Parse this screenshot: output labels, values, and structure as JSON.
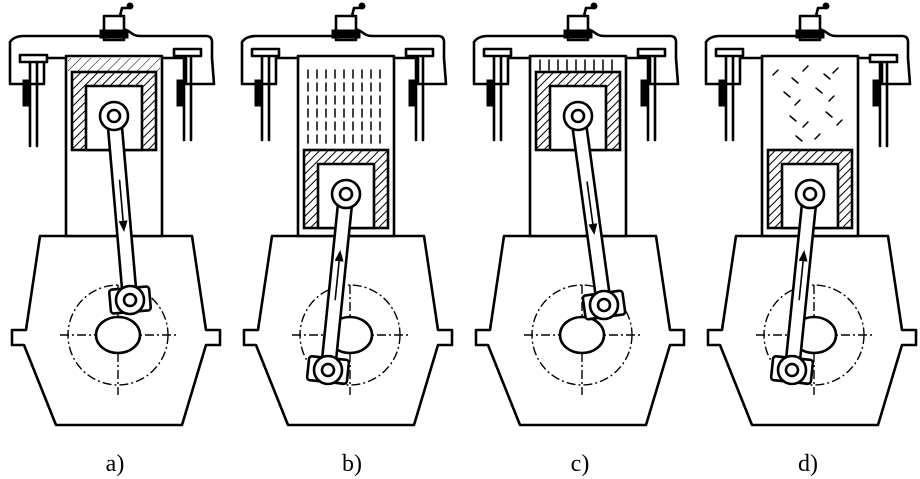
{
  "figure": {
    "panels": [
      {
        "id": "a",
        "caption": "a)",
        "stroke": "intake",
        "piston_level": "top",
        "crank_pin": "right",
        "rod_arrow": "down",
        "chamber": "hatched-gas",
        "intake_valve": "open",
        "exhaust_valve": "closed"
      },
      {
        "id": "b",
        "caption": "b)",
        "stroke": "compression",
        "piston_level": "bottom",
        "crank_pin": "bottom-left",
        "rod_arrow": "up",
        "chamber": "compressed",
        "intake_valve": "closed",
        "exhaust_valve": "closed"
      },
      {
        "id": "c",
        "caption": "c)",
        "stroke": "power",
        "piston_level": "top",
        "crank_pin": "bottom-right",
        "rod_arrow": "down",
        "chamber": "expanding",
        "intake_valve": "closed",
        "exhaust_valve": "closed"
      },
      {
        "id": "d",
        "caption": "d)",
        "stroke": "exhaust",
        "piston_level": "bottom",
        "crank_pin": "bottom-left",
        "rod_arrow": "up",
        "chamber": "exhaust-gas",
        "intake_valve": "closed",
        "exhaust_valve": "open"
      }
    ],
    "colors": {
      "ink": "#000000",
      "paper": "#ffffff"
    }
  }
}
